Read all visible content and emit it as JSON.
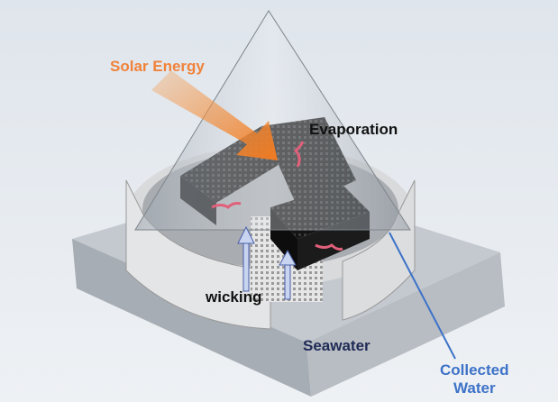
{
  "labels": {
    "solar_energy": "Solar Energy",
    "evaporation": "Evaporation",
    "wicking": "wicking",
    "seawater": "Seawater",
    "collected_water_line1": "Collected",
    "collected_water_line2": "Water"
  },
  "colors": {
    "solar_energy": "#f0823a",
    "seawater": "#1f2a55",
    "collected_water": "#3d72c8",
    "absorber": "#1a1a1a"
  }
}
